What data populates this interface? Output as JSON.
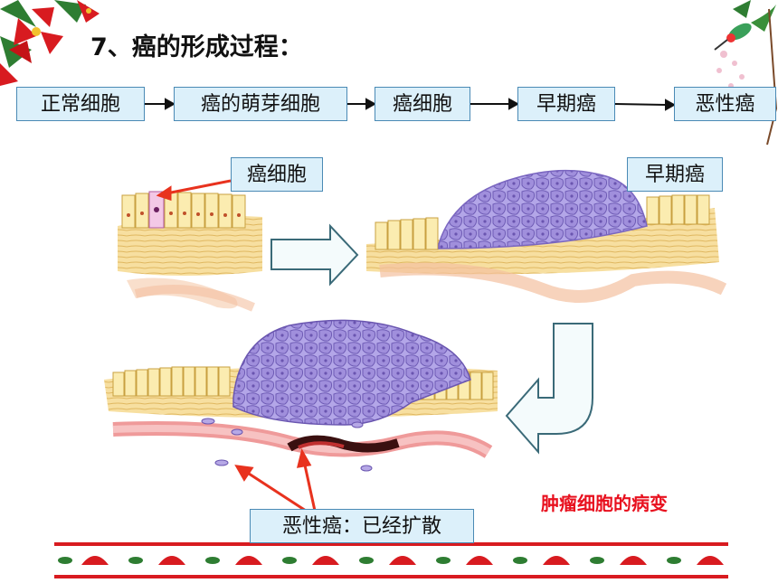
{
  "title": "7、癌的形成过程：",
  "stages": [
    "正常细胞",
    "癌的萌芽细胞",
    "癌细胞",
    "早期癌",
    "恶性癌"
  ],
  "labels": {
    "cancer_cell": "癌细胞",
    "early_cancer": "早期癌",
    "malignant": "恶性癌：已经扩散"
  },
  "caption": "肿瘤细胞的病变",
  "colors": {
    "box_fill": "#dcf0fa",
    "box_border": "#4a8ab5",
    "caption": "#e8101e",
    "tumor": "#a99be0",
    "pointer": "#e8321e"
  }
}
